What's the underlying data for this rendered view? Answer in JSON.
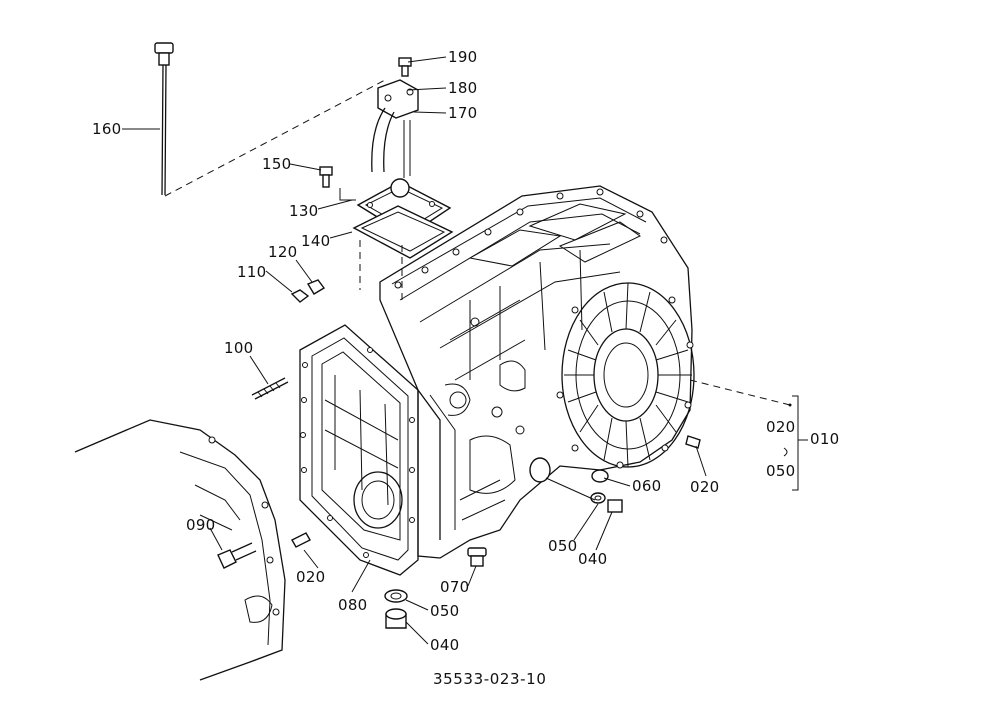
{
  "callouts": {
    "c190": "190",
    "c180": "180",
    "c170": "170",
    "c160": "160",
    "c150": "150",
    "c130": "130",
    "c140": "140",
    "c120": "120",
    "c110": "110",
    "c100": "100",
    "c090": "090",
    "c020_left": "020",
    "c080": "080",
    "c070": "070",
    "c050_bottom": "050",
    "c040_bottom": "040",
    "c060": "060",
    "c050_mid": "050",
    "c040_mid": "040",
    "c020_right": "020",
    "c020_bracket": "020",
    "c010": "010",
    "c050_bracket": "050"
  },
  "drawing_number": "35533-023-10"
}
